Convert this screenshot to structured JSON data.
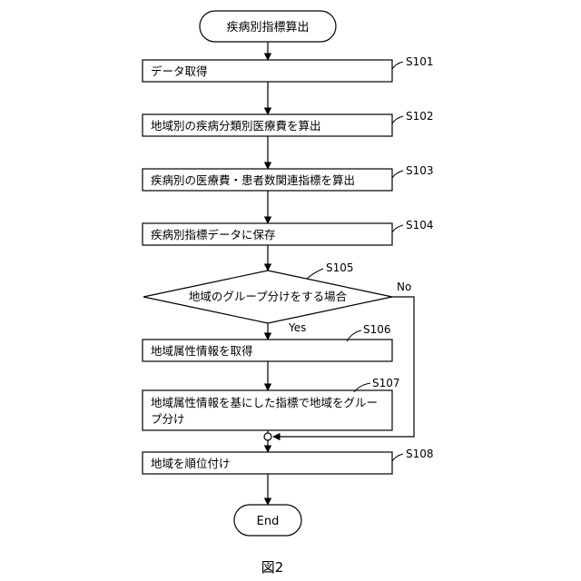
{
  "figure": {
    "caption": "図2"
  },
  "flowchart": {
    "start": {
      "label": "疾病別指標算出"
    },
    "steps": [
      {
        "id": "S101",
        "label": "データ取得"
      },
      {
        "id": "S102",
        "label": "地域別の疾病分類別医療費を算出"
      },
      {
        "id": "S103",
        "label": "疾病別の医療費・患者数関連指標を算出"
      },
      {
        "id": "S104",
        "label": "疾病別指標データに保存"
      },
      {
        "id": "S106",
        "label": "地域属性情報を取得"
      },
      {
        "id": "S107",
        "label_line1": "地域属性情報を基にした指標で地域をグルー",
        "label_line2": "プ分け"
      },
      {
        "id": "S108",
        "label": "地域を順位付け"
      }
    ],
    "decision": {
      "id": "S105",
      "label": "地域のグループ分けをする場合",
      "yes_label": "Yes",
      "no_label": "No"
    },
    "end": {
      "label": "End"
    }
  }
}
